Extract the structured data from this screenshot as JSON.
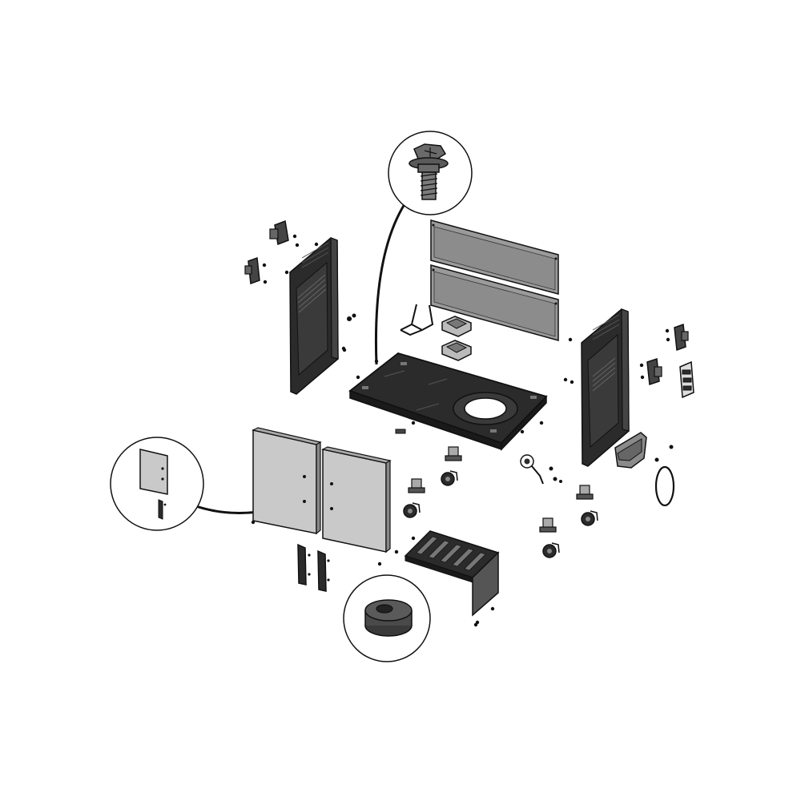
{
  "diagram": {
    "kind": "exploded-assembly-drawing",
    "colors": {
      "background": "#ffffff",
      "outline": "#111111",
      "dark_part": "#2b2b2b",
      "mid_part": "#555555",
      "light_panel": "#c9c9c9",
      "callout_bg": "#ffffff"
    },
    "parts": [
      {
        "name": "left-side-panel"
      },
      {
        "name": "right-side-panel"
      },
      {
        "name": "back-panel-upper"
      },
      {
        "name": "back-panel-lower"
      },
      {
        "name": "bottom-shelf-with-tank-hole"
      },
      {
        "name": "left-door"
      },
      {
        "name": "right-door"
      },
      {
        "name": "door-handles"
      },
      {
        "name": "grease-cups"
      },
      {
        "name": "wire-tank-hook"
      },
      {
        "name": "slatted-tank-tray"
      },
      {
        "name": "caster-wheels"
      },
      {
        "name": "hinge-brackets"
      },
      {
        "name": "side-hooks-and-basket"
      },
      {
        "name": "bolts-and-screws"
      }
    ],
    "callouts": [
      {
        "name": "callout-screw-detail",
        "depicts": "bolt-icon"
      },
      {
        "name": "callout-door-detail",
        "depicts": "door-icon"
      },
      {
        "name": "callout-foot-detail",
        "depicts": "foot-cap-icon"
      }
    ]
  }
}
